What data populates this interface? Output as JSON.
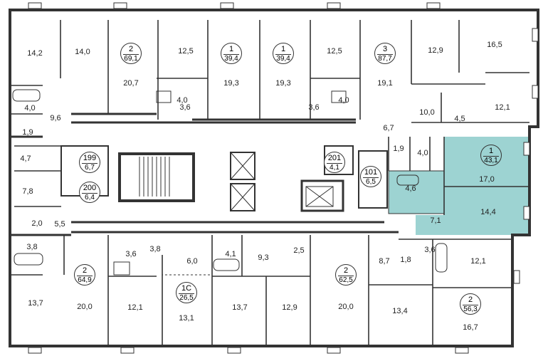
{
  "colors": {
    "wall": "#333333",
    "highlight": "#9dd3d2",
    "background": "#ffffff"
  },
  "apartments": [
    {
      "number": "2",
      "area": "69,1",
      "highlighted": false
    },
    {
      "number": "1",
      "area": "39,4",
      "highlighted": false
    },
    {
      "number": "1",
      "area": "39,4",
      "highlighted": false
    },
    {
      "number": "3",
      "area": "87,7",
      "highlighted": false
    },
    {
      "number": "199",
      "area": "6,7",
      "highlighted": false
    },
    {
      "number": "201",
      "area": "4,1",
      "highlighted": false
    },
    {
      "number": "101",
      "area": "6,5",
      "highlighted": false
    },
    {
      "number": "1",
      "area": "43,1",
      "highlighted": true
    },
    {
      "number": "200",
      "area": "6,4",
      "highlighted": false
    },
    {
      "number": "2",
      "area": "64,9",
      "highlighted": false
    },
    {
      "number": "1С",
      "area": "26,5",
      "highlighted": false
    },
    {
      "number": "2",
      "area": "62,5",
      "highlighted": false
    },
    {
      "number": "2",
      "area": "56,3",
      "highlighted": false
    }
  ],
  "rooms": [
    "14,2",
    "14,0",
    "20,7",
    "12,5",
    "19,3",
    "19,3",
    "12,5",
    "19,1",
    "12,9",
    "16,5",
    "4,0",
    "4,0",
    "3,6",
    "3,6",
    "4,0",
    "9,6",
    "1,9",
    "12,1",
    "10,0",
    "4,5",
    "6,7",
    "4,7",
    "1,9",
    "4,0",
    "17,0",
    "4,6",
    "7,8",
    "14,4",
    "2,0",
    "5,5",
    "7,1",
    "3,8",
    "3,6",
    "3,8",
    "6,0",
    "4,1",
    "9,3",
    "2,5",
    "8,7",
    "1,8",
    "3,6",
    "12,1",
    "13,7",
    "20,0",
    "12,1",
    "13,1",
    "13,7",
    "12,9",
    "20,0",
    "13,4",
    "16,7"
  ]
}
